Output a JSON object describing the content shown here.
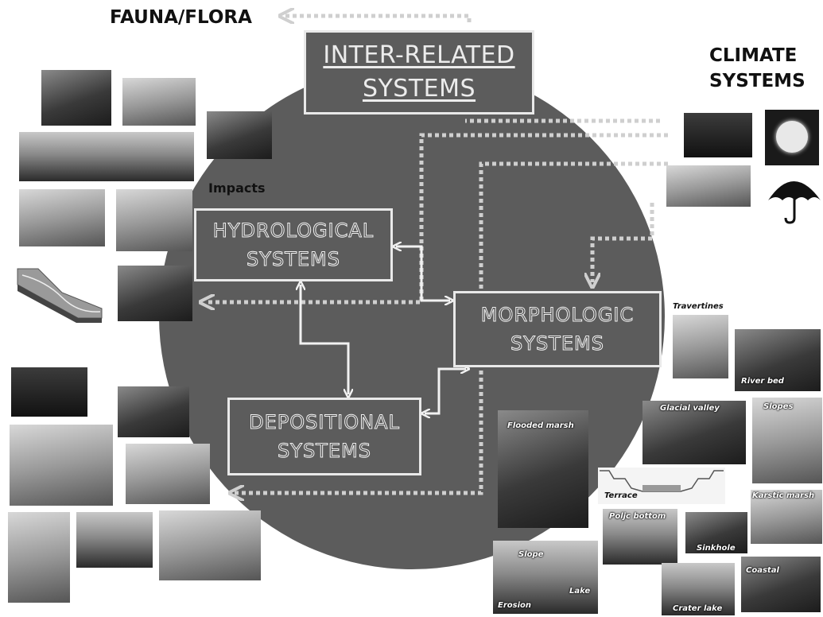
{
  "fauna_flora_label": "FAUNA/FLORA",
  "climate_label": {
    "line1": "CLIMATE",
    "line2": "SYSTEMS"
  },
  "impacts_label": "Impacts",
  "title_box": {
    "line1": "INTER-RELATED",
    "line2": "SYSTEMS"
  },
  "hydrological_box": {
    "line1": "HYDROLOGICAL",
    "line2": "SYSTEMS"
  },
  "morphologic_box": {
    "line1": "MORPHOLOGIC",
    "line2": "SYSTEMS"
  },
  "depositional_box": {
    "line1": "DEPOSITIONAL",
    "line2": "SYSTEMS"
  },
  "photo_captions": {
    "travertines": "Travertines",
    "river_bed": "River bed",
    "glacial_valley": "Glacial valley",
    "slopes": "Slopes",
    "flooded_marsh": "Flooded marsh",
    "terrace": "Terrace",
    "karstic_marsh": "Karstic marsh",
    "poljc_bottom": "Poljc bottom",
    "sinkhole": "Sinkhole",
    "coastal": "Coastal",
    "slope": "Slope",
    "erosion": "Erosion",
    "lake": "Lake",
    "crater_lake": "Crater lake"
  },
  "colors": {
    "circle": "#5c5c5c",
    "box_border": "#e9e9e9",
    "connector": "#cfcfcf",
    "background": "#ffffff"
  }
}
